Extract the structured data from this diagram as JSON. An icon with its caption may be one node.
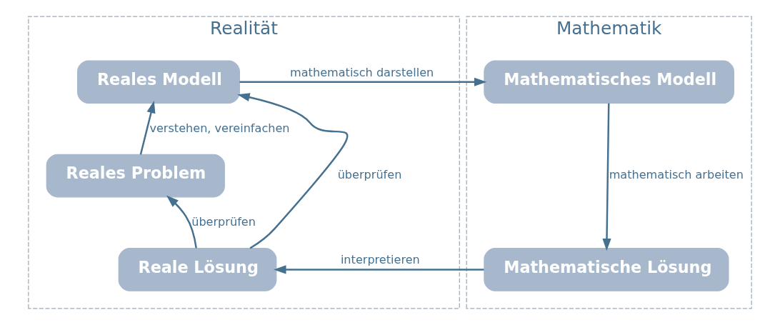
{
  "diagram": {
    "nodes": [
      {
        "text": [
          "Realität"
        ]
      },
      {
        "text": [
          "Mathematik"
        ]
      },
      {
        "text": [
          "Reales Modell"
        ],
        "in": 0
      },
      {
        "text": [
          "Reales Problem"
        ],
        "in": 0
      },
      {
        "text": [
          "Reale Lösung"
        ],
        "in": 0
      },
      {
        "text": [
          "Mathematisches Modell"
        ],
        "in": 1
      },
      {
        "text": [
          "Mathematische Lösung"
        ],
        "in": 1
      }
    ],
    "edges": [
      {
        "from": 3,
        "to": 2,
        "arrow": "to",
        "label": "verstehen, vereinfachen"
      },
      {
        "from": 2,
        "to": 5,
        "arrow": "to",
        "label": "mathematisch darstellen"
      },
      {
        "from": 5,
        "to": 6,
        "arrow": "to",
        "label": "mathematisch arbeiten"
      },
      {
        "from": 6,
        "to": 4,
        "arrow": "to",
        "label": "interpretieren"
      },
      {
        "from": 4,
        "to": 2,
        "arrow": "to",
        "label": "überprüfen"
      },
      {
        "from": 4,
        "to": 3,
        "arrow": "to",
        "label": "überprüfen"
      }
    ]
  }
}
